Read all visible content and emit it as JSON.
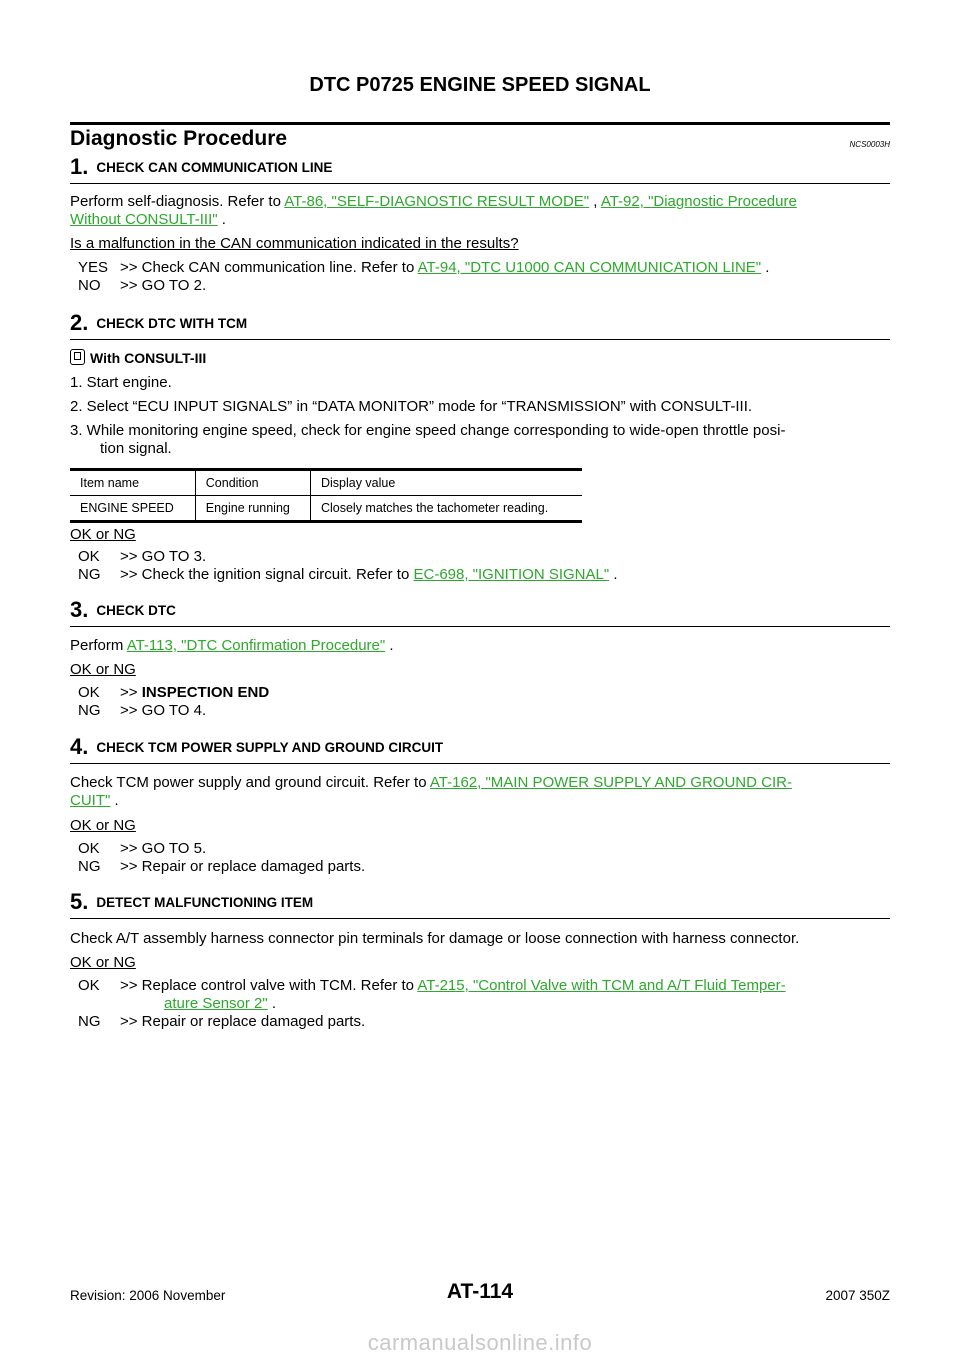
{
  "header": {
    "title": "DTC P0725 ENGINE SPEED SIGNAL"
  },
  "procedure": {
    "title": "Diagnostic Procedure",
    "code": "NCS0003H"
  },
  "step1": {
    "num": "1.",
    "title": "CHECK CAN COMMUNICATION LINE",
    "text_a": "Perform self-diagnosis. Refer to ",
    "link_a": "AT-86, \"SELF-DIAGNOSTIC RESULT MODE\"",
    "sep": " , ",
    "link_b1": "AT-92, \"Diagnostic Procedure",
    "link_b2": "Without CONSULT-III\"",
    "tail": " .",
    "question": "Is a malfunction in the CAN communication indicated in the results?",
    "yes_key": "YES",
    "yes_text": ">> Check CAN communication line. Refer to ",
    "yes_link": "AT-94, \"DTC U1000 CAN COMMUNICATION LINE\"",
    "yes_tail": " .",
    "no_key": "NO",
    "no_text": ">> GO TO 2."
  },
  "step2": {
    "num": "2.",
    "title": "CHECK DTC WITH TCM",
    "consult": "With CONSULT-III",
    "item1": "1.   Start engine.",
    "item2": "2.   Select “ECU INPUT SIGNALS” in “DATA MONITOR” mode for “TRANSMISSION” with CONSULT-III.",
    "item3a": "3.   While monitoring engine speed, check for engine speed change corresponding to wide-open throttle posi-",
    "item3b": "tion signal.",
    "table": {
      "headers": [
        "Item name",
        "Condition",
        "Display value"
      ],
      "row": [
        "ENGINE SPEED",
        "Engine running",
        "Closely matches the tachometer reading."
      ]
    },
    "okng": "OK or NG",
    "ok_key": "OK",
    "ok_text": ">> GO TO 3.",
    "ng_key": "NG",
    "ng_text": ">> Check the ignition signal circuit. Refer to ",
    "ng_link": "EC-698, \"IGNITION SIGNAL\"",
    "ng_tail": " ."
  },
  "step3": {
    "num": "3.",
    "title": "CHECK DTC",
    "text": "Perform ",
    "link": "AT-113, \"DTC Confirmation Procedure\"",
    "tail": " .",
    "okng": "OK or NG",
    "ok_key": "OK",
    "ok_text": ">> ",
    "ok_bold": "INSPECTION END",
    "ng_key": "NG",
    "ng_text": ">> GO TO 4."
  },
  "step4": {
    "num": "4.",
    "title": "CHECK TCM POWER SUPPLY AND GROUND CIRCUIT",
    "text": "Check TCM power supply and ground circuit. Refer to ",
    "link1": "AT-162, \"MAIN POWER SUPPLY AND GROUND CIR-",
    "link2": "CUIT\"",
    "tail": " .",
    "okng": "OK or NG",
    "ok_key": "OK",
    "ok_text": ">> GO TO 5.",
    "ng_key": "NG",
    "ng_text": ">> Repair or replace damaged parts."
  },
  "step5": {
    "num": "5.",
    "title": "DETECT MALFUNCTIONING ITEM",
    "text": "Check A/T assembly harness connector pin terminals for damage or loose connection with harness connector.",
    "okng": "OK or NG",
    "ok_key": "OK",
    "ok_text": ">> Replace control valve with TCM. Refer to ",
    "ok_link1": "AT-215, \"Control Valve with TCM and A/T Fluid Temper-",
    "ok_link2": "ature Sensor 2\"",
    "ok_tail": " .",
    "ng_key": "NG",
    "ng_text": ">> Repair or replace damaged parts."
  },
  "footer": {
    "revision": "Revision: 2006 November",
    "page": "AT-114",
    "model": "2007 350Z",
    "watermark": "carmanualsonline.info"
  }
}
